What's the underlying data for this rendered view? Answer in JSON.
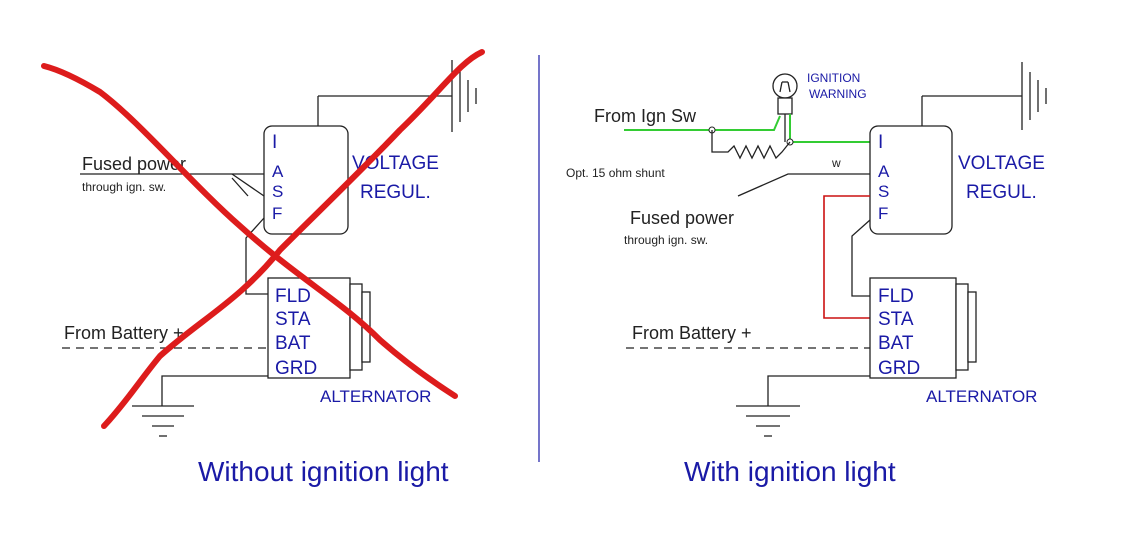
{
  "left_panel": {
    "fused_power": "Fused power",
    "through_ign": "through ign. sw.",
    "from_battery": "From Battery +",
    "regulator_pins": [
      "I",
      "A",
      "S",
      "F"
    ],
    "regulator_label_1": "VOLTAGE",
    "regulator_label_2": "REGUL.",
    "alternator_pins": [
      "FLD",
      "STA",
      "BAT",
      "GRD"
    ],
    "alternator_label": "ALTERNATOR",
    "caption": "Without ignition light",
    "cross_color": "#dd1c1c"
  },
  "right_panel": {
    "from_ign_sw": "From Ign Sw",
    "ignition_label_1": "IGNITION",
    "ignition_label_2": "WARNING",
    "shunt_label": "Opt. 15 ohm shunt",
    "w_label": "w",
    "fused_power": "Fused power",
    "through_ign": "through ign. sw.",
    "from_battery": "From Battery +",
    "regulator_pins": [
      "I",
      "A",
      "S",
      "F"
    ],
    "regulator_label_1": "VOLTAGE",
    "regulator_label_2": "REGUL.",
    "alternator_pins": [
      "FLD",
      "STA",
      "BAT",
      "GRD"
    ],
    "alternator_label": "ALTERNATOR",
    "caption": "With ignition light",
    "ign_wire_color": "#33cc33",
    "sta_wire_color": "#cc1111"
  }
}
